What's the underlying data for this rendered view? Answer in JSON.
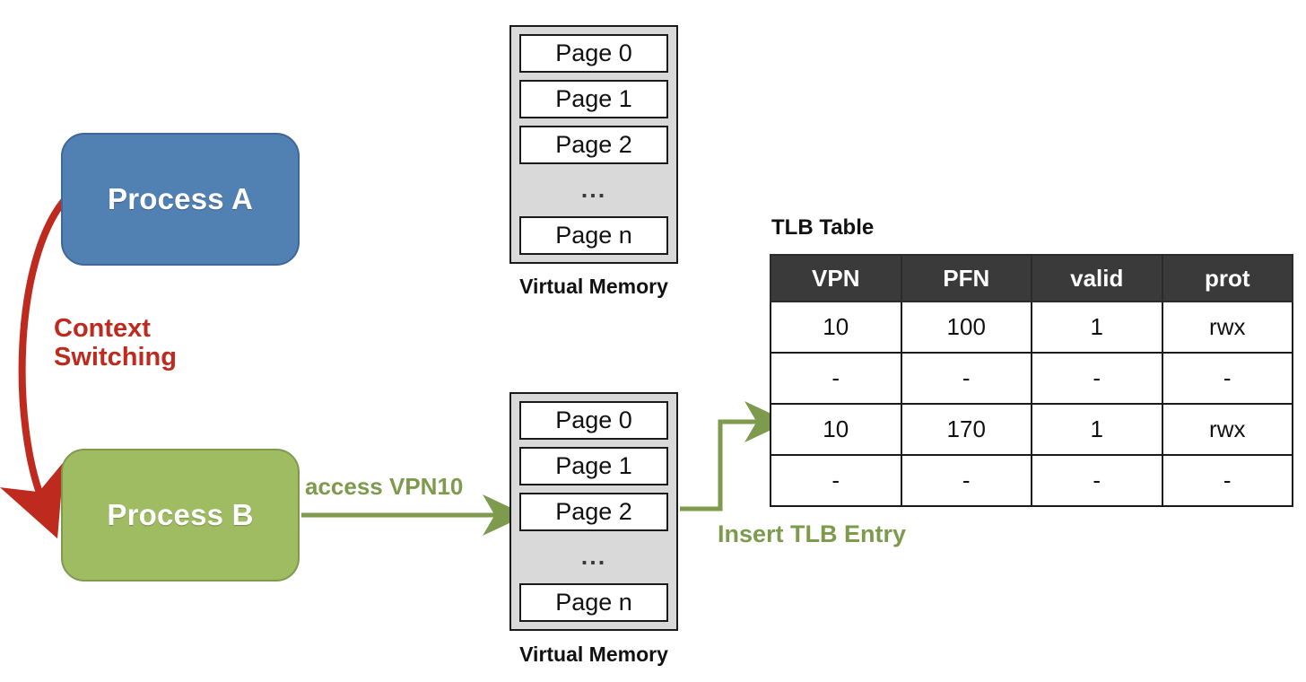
{
  "diagram": {
    "title": "TLB context switching diagram",
    "colors": {
      "process_a_fill": "#5180B3",
      "process_a_border": "#3F6797",
      "process_b_fill": "#9FBC63",
      "process_b_border": "#7D9A4D",
      "context_switch_red": "#BE2B1E",
      "flow_green": "#7D9A4D",
      "memory_block_fill": "#D9D9D9",
      "table_header_fill": "#3A3A3A"
    }
  },
  "processes": {
    "a": {
      "label": "Process A"
    },
    "b": {
      "label": "Process B"
    }
  },
  "edges": {
    "context_switching": {
      "label_line1": "Context",
      "label_line2": "Switching"
    },
    "access": {
      "label": "access VPN10"
    },
    "insert": {
      "label": "Insert TLB Entry"
    }
  },
  "virtual_memory_top": {
    "caption": "Virtual Memory",
    "pages": [
      "Page 0",
      "Page 1",
      "Page 2"
    ],
    "ellipsis": "...",
    "last_page": "Page n"
  },
  "virtual_memory_bottom": {
    "caption": "Virtual Memory",
    "pages": [
      "Page 0",
      "Page 1",
      "Page 2"
    ],
    "ellipsis": "...",
    "last_page": "Page n"
  },
  "tlb": {
    "title": "TLB Table",
    "columns": [
      "VPN",
      "PFN",
      "valid",
      "prot"
    ],
    "rows": [
      [
        "10",
        "100",
        "1",
        "rwx"
      ],
      [
        "-",
        "-",
        "-",
        "-"
      ],
      [
        "10",
        "170",
        "1",
        "rwx"
      ],
      [
        "-",
        "-",
        "-",
        "-"
      ]
    ]
  }
}
